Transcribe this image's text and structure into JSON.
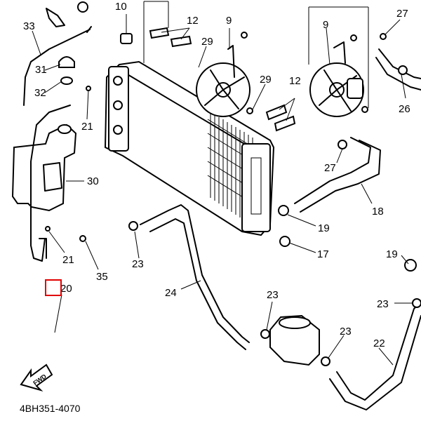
{
  "diagram": {
    "drawing_code": "4BH351-4070",
    "fwd_label": "FWD",
    "highlight_color": "#e00000",
    "callouts": [
      {
        "id": "c10",
        "label": "10"
      },
      {
        "id": "c12a",
        "label": "12"
      },
      {
        "id": "c9a",
        "label": "9"
      },
      {
        "id": "c9b",
        "label": "9"
      },
      {
        "id": "c27a",
        "label": "27"
      },
      {
        "id": "c33",
        "label": "33"
      },
      {
        "id": "c29a",
        "label": "29"
      },
      {
        "id": "c31",
        "label": "31"
      },
      {
        "id": "c32",
        "label": "32"
      },
      {
        "id": "c29b",
        "label": "29"
      },
      {
        "id": "c12b",
        "label": "12"
      },
      {
        "id": "c26",
        "label": "26"
      },
      {
        "id": "c21a",
        "label": "21"
      },
      {
        "id": "c27b",
        "label": "27"
      },
      {
        "id": "c30",
        "label": "30"
      },
      {
        "id": "c18",
        "label": "18"
      },
      {
        "id": "c19a",
        "label": "19"
      },
      {
        "id": "c21b",
        "label": "21"
      },
      {
        "id": "c17",
        "label": "17"
      },
      {
        "id": "c19b",
        "label": "19"
      },
      {
        "id": "c23a",
        "label": "23"
      },
      {
        "id": "c35",
        "label": "35"
      },
      {
        "id": "c20",
        "label": "20"
      },
      {
        "id": "c24",
        "label": "24"
      },
      {
        "id": "c23b",
        "label": "23"
      },
      {
        "id": "c23c",
        "label": "23"
      },
      {
        "id": "c23d",
        "label": "23"
      },
      {
        "id": "c22",
        "label": "22"
      }
    ]
  }
}
